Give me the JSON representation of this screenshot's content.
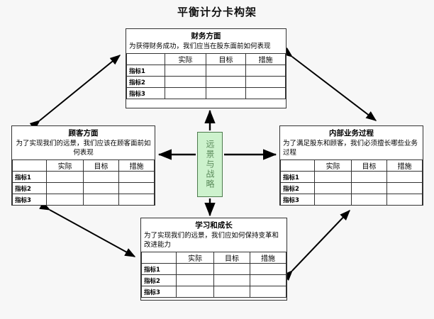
{
  "title": "平衡计分卡构架",
  "center": {
    "label": "远景与战略",
    "fill_color": "#cdf2cd",
    "border_color": "#4d7a4d",
    "text_color": "#5a8a5a"
  },
  "table": {
    "columns": [
      "",
      "实际",
      "目标",
      "措施"
    ],
    "rows": [
      "指标1",
      "指标2",
      "指标3"
    ]
  },
  "panels": {
    "financial": {
      "title": "财务方面",
      "desc": "为获得财务成功，我们应当在股东面前如何表现",
      "align": "left"
    },
    "customer": {
      "title": "顾客方面",
      "desc": "为了实现我们的远景，我们应该在顾客面前如何表现",
      "align": "center"
    },
    "internal": {
      "title": "内部业务过程",
      "desc": "为了满足股东和顾客，我们必须擅长哪些业务过程",
      "align": "left"
    },
    "learning": {
      "title": "学习和成长",
      "desc": "为了实现我们的远景，我们应如何保持变革和改进能力",
      "align": "left"
    }
  },
  "arrows": {
    "center_up": "单向箭头：远景与战略 → 财务方面",
    "center_down": "单向箭头：远景与战略 → 学习和成长",
    "center_left": "单向箭头：远景与战略 → 顾客方面",
    "center_right": "单向箭头：远景与战略 → 内部业务过程",
    "diag_tl": "双向箭头：顾客方面 ↔ 财务方面",
    "diag_tr": "双向箭头：财务方面 ↔ 内部业务过程",
    "diag_bl": "双向箭头：顾客方面 ↔ 学习和成长",
    "diag_br": "双向箭头：学习和成长 ↔ 内部业务过程"
  },
  "colors": {
    "background": "#f7f7f7",
    "line": "#000000",
    "border": "#333333"
  }
}
